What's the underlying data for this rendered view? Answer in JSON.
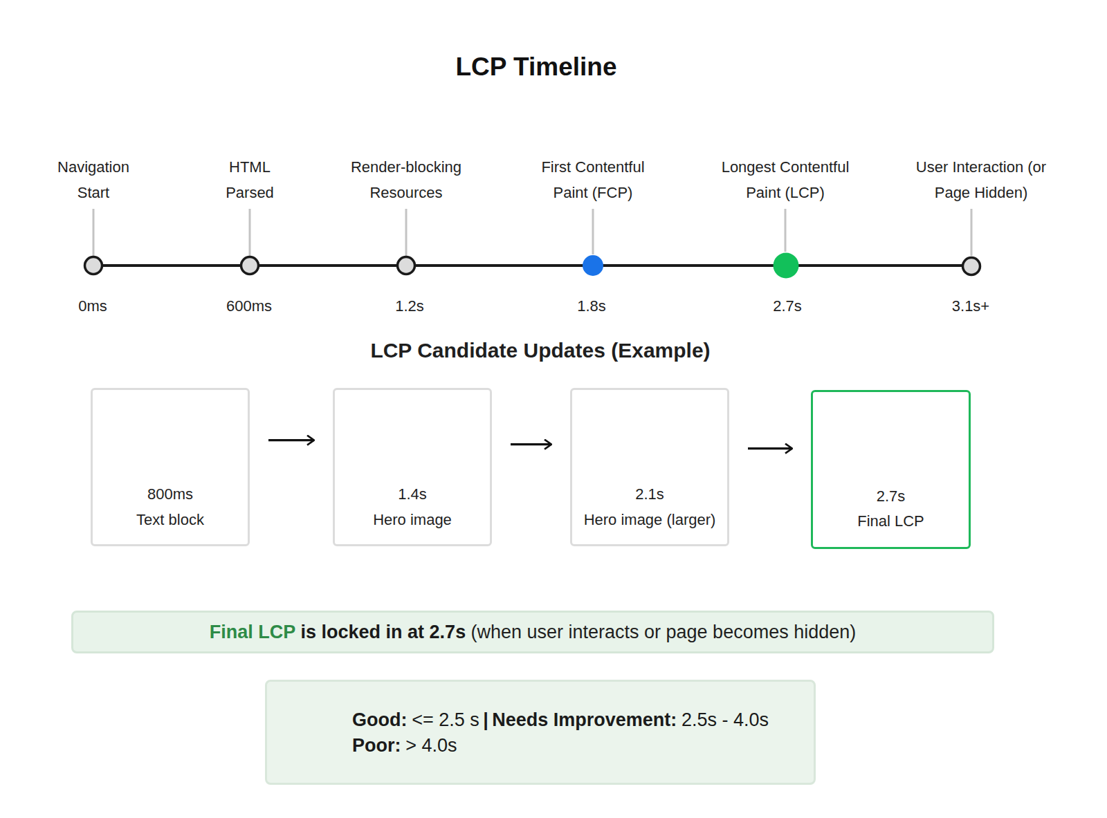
{
  "diagram": {
    "title": "LCP Timeline",
    "nodes": [
      {
        "text": [
          "800ms",
          "Text block"
        ]
      },
      {
        "text": [
          "1.4s",
          "Hero image"
        ]
      },
      {
        "text": [
          "2.1s",
          "Hero image (larger)"
        ]
      },
      {
        "text": [
          "2.7s",
          "Final LCP"
        ]
      },
      {
        "text": [
          "Final LCP",
          "is locked in at 2.7s",
          "(when user interacts or page becomes hidden)"
        ]
      },
      {
        "text": [
          "Good:",
          "<= 2.5 s",
          "|",
          "Needs Improvement:",
          "2.5s - 4.0s",
          "Poor:",
          "> 4.0s"
        ]
      }
    ],
    "edges": [
      {
        "from": 0,
        "to": 1,
        "arrow": "to"
      },
      {
        "from": 1,
        "to": 2,
        "arrow": "to"
      },
      {
        "from": 2,
        "to": 3,
        "arrow": "to"
      }
    ],
    "labels": [
      "Navigation Start",
      "HTML Parsed",
      "Render-blocking Resources",
      "First Contentful Paint (FCP)",
      "Longest Contentful Paint (LCP)",
      "User Interaction (or Page Hidden)",
      "0ms",
      "600ms",
      "1.2s",
      "1.8s",
      "2.7s",
      "3.1s+",
      "LCP Candidate Updates (Example)"
    ]
  }
}
